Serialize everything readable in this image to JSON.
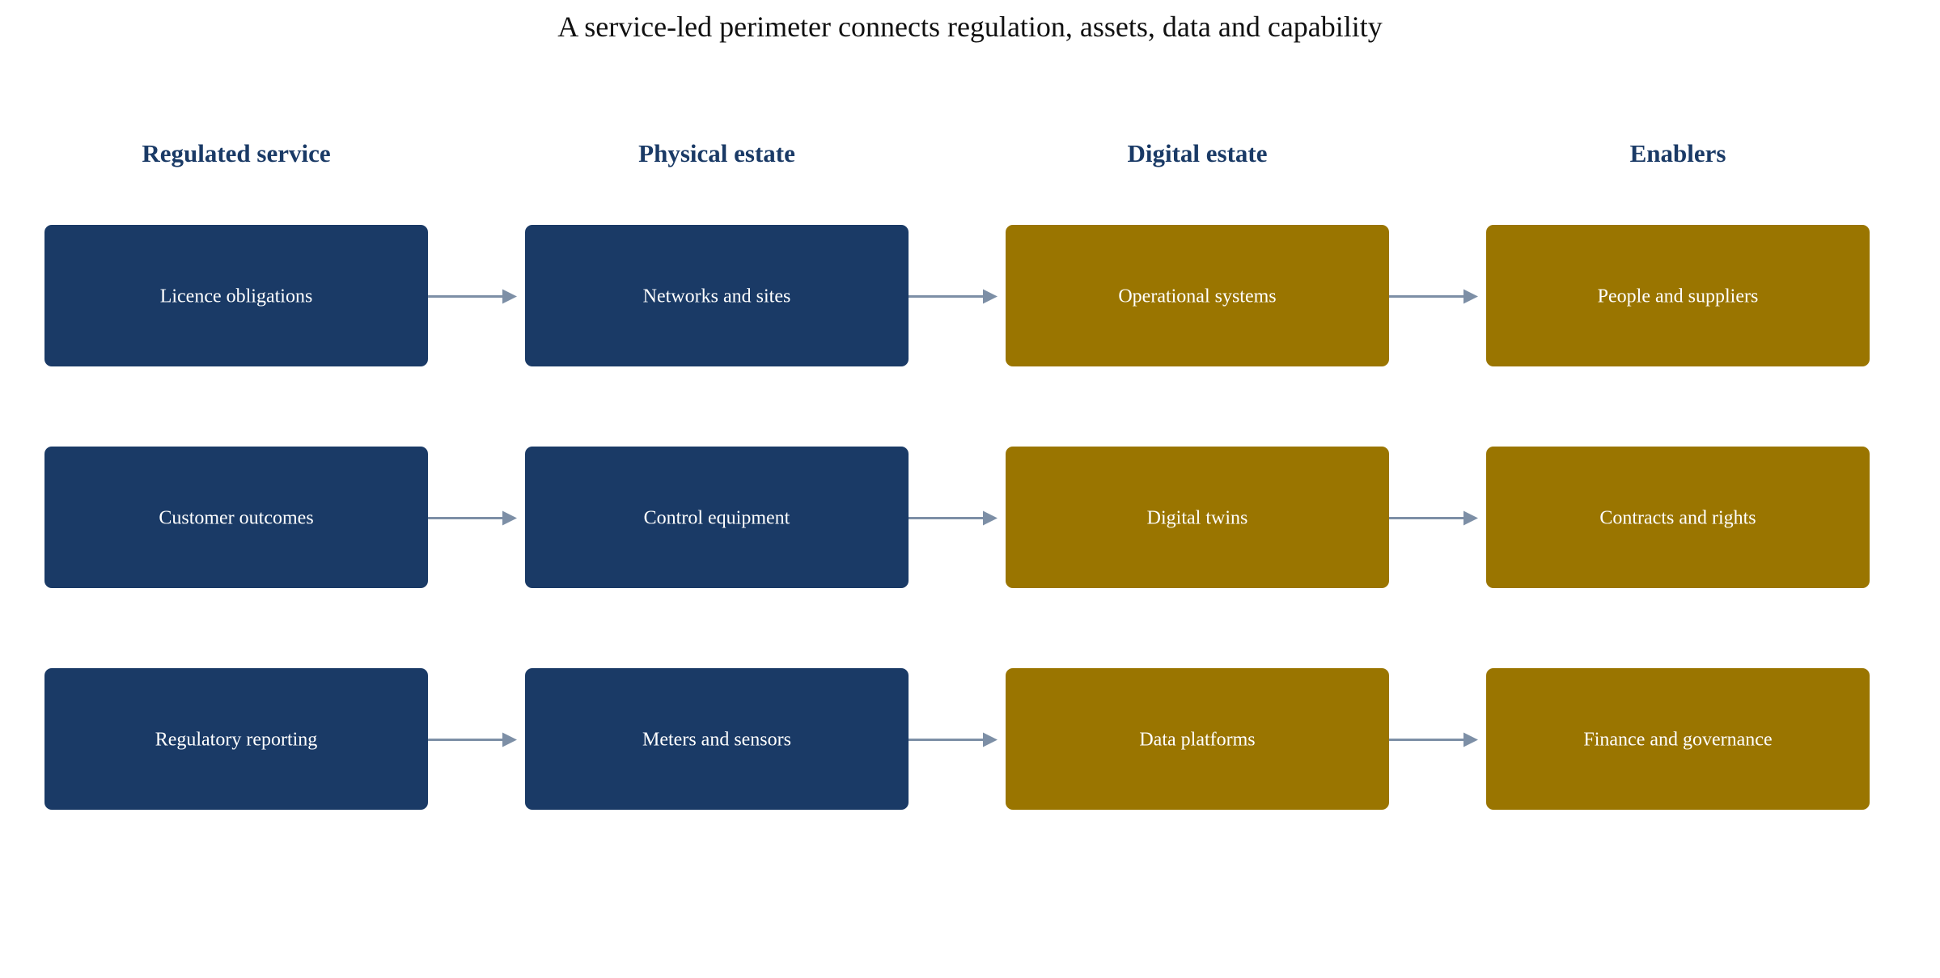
{
  "title": "A service-led perimeter connects regulation, assets, data and capability",
  "colors": {
    "navy": "#1a3a66",
    "gold": "#9a7500",
    "arrow": "#7d8fa6",
    "header": "#1a3a66"
  },
  "columns": [
    {
      "header": "Regulated service",
      "color": "navy",
      "items": [
        "Licence obligations",
        "Customer outcomes",
        "Regulatory reporting"
      ]
    },
    {
      "header": "Physical estate",
      "color": "navy",
      "items": [
        "Networks and sites",
        "Control equipment",
        "Meters and sensors"
      ]
    },
    {
      "header": "Digital estate",
      "color": "gold",
      "items": [
        "Operational systems",
        "Digital twins",
        "Data platforms"
      ]
    },
    {
      "header": "Enablers",
      "color": "gold",
      "items": [
        "People and suppliers",
        "Contracts and rights",
        "Finance and governance"
      ]
    }
  ]
}
